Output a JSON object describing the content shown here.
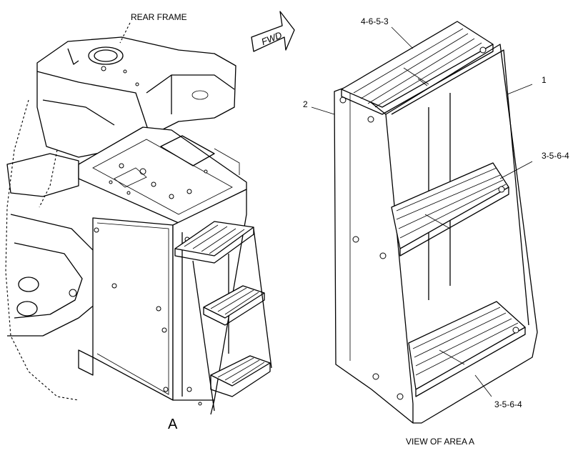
{
  "labels": {
    "rear_frame": "REAR FRAME",
    "fwd": "FWD",
    "view_a": "A",
    "view_title": "VIEW OF AREA A",
    "callout_1": "1",
    "callout_2": "2",
    "callout_upper_step": "4-6-5-3",
    "callout_middle_step": "3-5-6-4",
    "callout_lower_step": "3-5-6-4"
  }
}
